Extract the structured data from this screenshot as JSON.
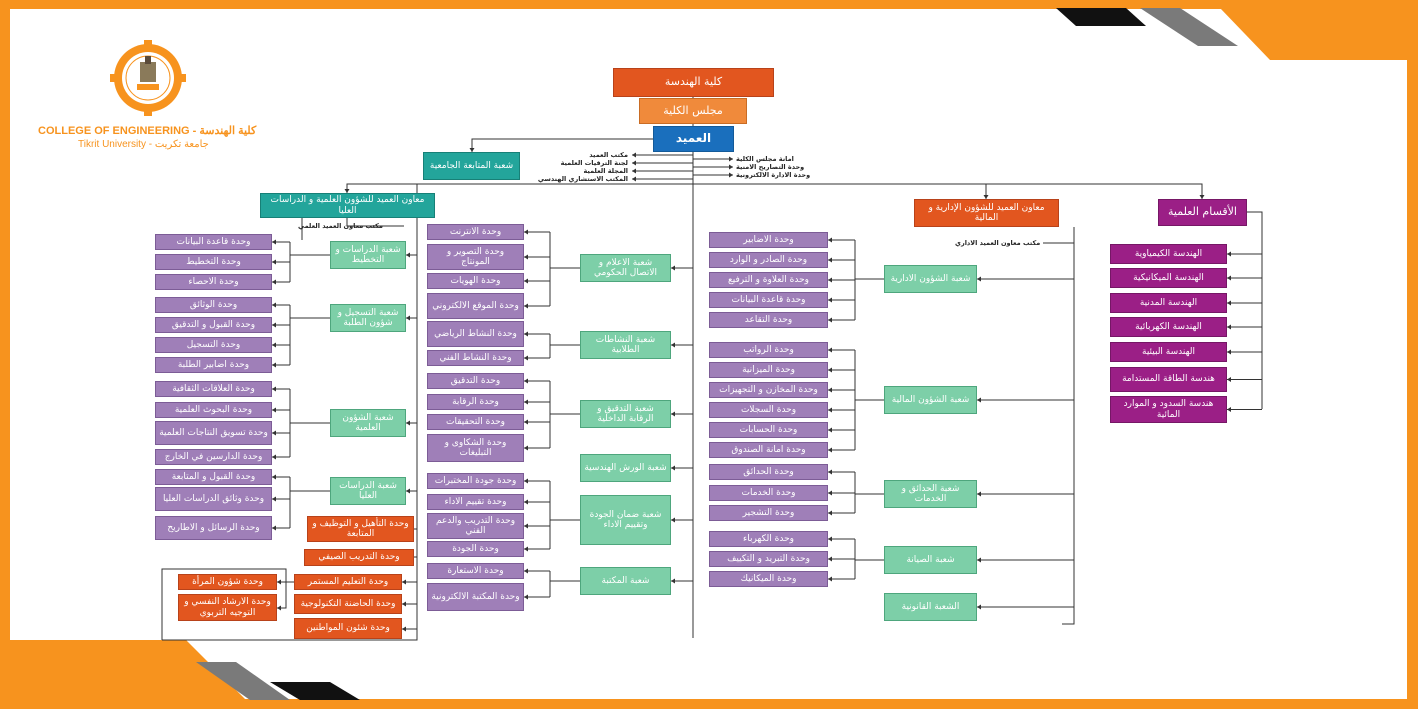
{
  "header": {
    "college_title": "كلية الهندسة",
    "council": "مجلس الكلية",
    "dean": "العميد"
  },
  "logo": {
    "title": "COLLEGE OF ENGINEERING - كلية الهندسة",
    "subtitle": "Tikrit University - جامعة تكريت"
  },
  "dean_notes_left": [
    "مكتب العميد",
    "لجنة الترقيات العلمية",
    "المجلة العلمية",
    "المكتب الاستشاري الهندسي"
  ],
  "dean_notes_right": [
    "امانة مجلس الكلية",
    "وحدة التصاريح الامنية",
    "وحدة الادارة الالكترونية"
  ],
  "followup": "شعبة المتابعة الجامعية",
  "academic_assistant": "معاون العميد للشؤون العلمية و الدراسات العليا",
  "academic_office": "مكتب معاون العميد العلمي",
  "admin_assistant": "معاون العميد للشؤون الإدارية و المالية",
  "admin_office": "مكتب معاون العميد الاداري",
  "departments_head": "الأقسام العلمية",
  "departments": [
    "الهندسة الكيمياوية",
    "الهندسة الميكانيكية",
    "الهندسة المدنية",
    "الهندسة الكهربائية",
    "الهندسة البيئية",
    "هندسة الطاقة المستدامة",
    "هندسة السدود و الموارد المائية"
  ],
  "far_left": {
    "sections": [
      {
        "name": "شعبة الدراسات و التخطيط",
        "units": [
          "وحدة قاعدة البيانات",
          "وحدة التخطيط",
          "وحدة الاحصاء"
        ]
      },
      {
        "name": "شعبة التسجيل و شؤون الطلبة",
        "units": [
          "وحدة الوثائق",
          "وحدة القبول و التدقيق",
          "وحدة التسجيل",
          "وحدة اضابير الطلبة"
        ]
      },
      {
        "name": "شعبة الشؤون العلمية",
        "units": [
          "وحدة العلاقات الثقافية",
          "وحدة البحوث العلمية",
          "وحدة تسويق النتاجات العلمية",
          "وحدة الدارسين في الخارج"
        ]
      },
      {
        "name": "شعبة الدراسات العليا",
        "units": [
          "وحدة القبول و المتابعة",
          "وحدة وثائق الدراسات العليا",
          "وحدة الرسائل و الاطاريح"
        ]
      }
    ],
    "orange_units": [
      "وحدة التأهيل و التوظيف و المتابعة",
      "وحدة التدريب الصيفي",
      "وحدة التعليم المستمر",
      "وحدة الحاضنة التكنولوجية",
      "وحدة شئون المواطنين",
      "وحدة شؤون المرأة",
      "وحدة الارشاد النفسي و التوجيه التربوي"
    ]
  },
  "mid_left": {
    "sections": [
      {
        "name": "شعبة الاعلام و الاتصال الحكومي",
        "units": [
          "وحدة الانترنت",
          "وحدة التصوير و المونتاج",
          "وحدة الهويات",
          "وحدة الموقع الالكتروني"
        ]
      },
      {
        "name": "شعبة النشاطات الطلابية",
        "units": [
          "وحدة النشاط الرياضي",
          "وحدة النشاط الفني"
        ]
      },
      {
        "name": "شعبة التدقيق و الرقابة الداخلية",
        "units": [
          "وحدة التدقيق",
          "وحدة الرقابة",
          "وحدة التحقيقات",
          "وحدة الشكاوى و التبليغات"
        ]
      },
      {
        "name": "شعبة الورش الهندسية",
        "units": []
      },
      {
        "name": "شعبة ضمان الجودة وتقييم الاداء",
        "units": [
          "وحدة جودة المختبرات",
          "وحدة تقييم الاداء",
          "وحدة التدريب والدعم الفني",
          "وحدة الجودة"
        ]
      },
      {
        "name": "شعبة المكتبة",
        "units": [
          "وحدة الاستعارة",
          "وحدة المكتبة الالكترونية"
        ]
      }
    ]
  },
  "right": {
    "sections": [
      {
        "name": "شعبة الشؤون الادارية",
        "units": [
          "وحدة الاضابير",
          "وحدة الصادر و الوارد",
          "وحدة العلاوة و الترفيع",
          "وحدة قاعدة البيانات",
          "وحدة التقاعد"
        ]
      },
      {
        "name": "شعبة الشؤون المالية",
        "units": [
          "وحدة الرواتب",
          "وحدة الميزانية",
          "وحدة المخازن و التجهيزات",
          "وحدة السجلات",
          "وحدة الحسابات",
          "وحدة امانة الصندوق"
        ]
      },
      {
        "name": "شعبة الحدائق و الخدمات",
        "units": [
          "وحدة الحدائق",
          "وحدة الخدمات",
          "وحدة التشجير"
        ]
      },
      {
        "name": "شعبة الصيانة",
        "units": [
          "وحدة الكهرباء",
          "وحدة التبريد و التكييف",
          "وحدة الميكانيك"
        ]
      },
      {
        "name": "الشعبة القانونية",
        "units": []
      }
    ]
  },
  "colors": {
    "page_border": "#f7931e",
    "purple": "#9f7fb8",
    "green": "#7dcfa8",
    "orange": "#e2561f",
    "teal": "#23a59b",
    "blue": "#1a6fbd",
    "magenta": "#9b1f86"
  }
}
